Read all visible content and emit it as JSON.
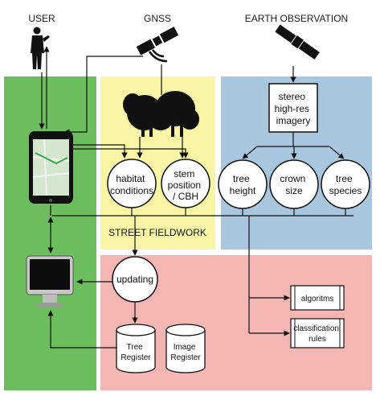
{
  "headers": {
    "user": "USER",
    "gnss": "GNSS",
    "earth_observation": "EARTH OBSERVATION"
  },
  "nodes": {
    "habitat_conditions": [
      "habitat",
      "conditions"
    ],
    "stem_position": [
      "stem",
      "position",
      "/ CBH"
    ],
    "tree_height": [
      "tree",
      "height"
    ],
    "crown_size": [
      "crown",
      "size"
    ],
    "tree_species": [
      "tree",
      "species"
    ],
    "updating": [
      "updating"
    ],
    "stereo_imagery": [
      "stereo",
      "high-res",
      "imagery"
    ],
    "algorithms": [
      "algoritms"
    ],
    "classification_rules": [
      "classification",
      "rules"
    ],
    "tree_register": [
      "Tree",
      "Register"
    ],
    "image_register": [
      "Image",
      "Register"
    ]
  },
  "labels": {
    "street_fieldwork": "STREET FIELDWORK"
  },
  "colors": {
    "user_panel": "#6cbd5e",
    "fieldwork_panel": "#f8f6a6",
    "eo_panel": "#a9c6df",
    "processing_panel": "#f3b6b3",
    "line": "#111111"
  }
}
